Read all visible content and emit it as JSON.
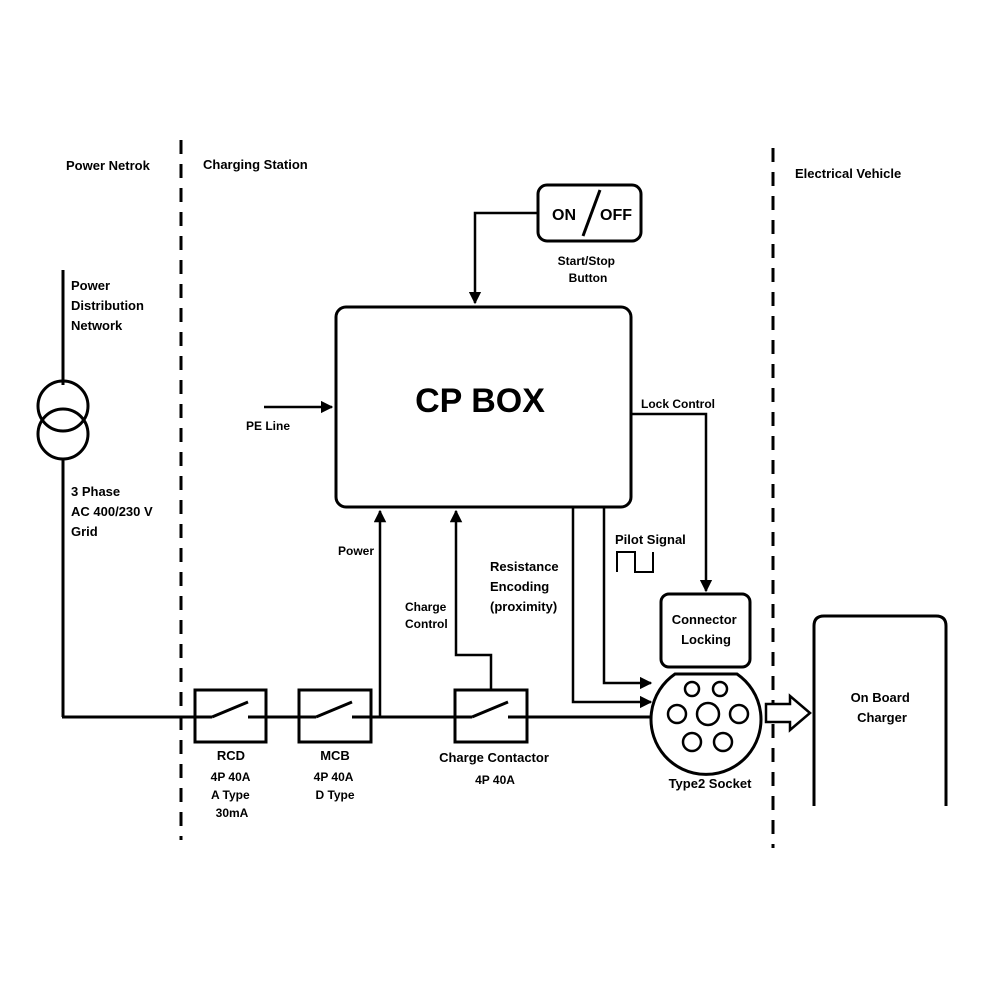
{
  "zones": {
    "power_network": "Power Netrok",
    "charging_station": "Charging Station",
    "electrical_vehicle": "Electrical Vehicle"
  },
  "grid": {
    "network_lines": [
      "Power",
      "Distribution",
      "Network"
    ],
    "supply_lines": [
      "3 Phase",
      "AC 400/230 V",
      "Grid"
    ]
  },
  "switch": {
    "on": "ON",
    "off": "OFF",
    "caption_lines": [
      "Start/Stop",
      "Button"
    ]
  },
  "cp_box": {
    "title": "CP BOX"
  },
  "signals": {
    "pe_line": "PE Line",
    "lock_control": "Lock Control",
    "power": "Power",
    "charge_control_lines": [
      "Charge",
      "Control"
    ],
    "resistance_lines": [
      "Resistance",
      "Encoding",
      "(proximity)"
    ],
    "pilot_signal": "Pilot Signal"
  },
  "components": {
    "rcd": {
      "name": "RCD",
      "specs": [
        "4P 40A",
        "A Type",
        "30mA"
      ]
    },
    "mcb": {
      "name": "MCB",
      "specs": [
        "4P 40A",
        "D Type"
      ]
    },
    "contactor": {
      "name": "Charge Contactor",
      "specs": [
        "4P 40A"
      ]
    },
    "connector_locking_lines": [
      "Connector",
      "Locking"
    ],
    "socket": "Type2 Socket",
    "charger_lines": [
      "On Board",
      "Charger"
    ]
  }
}
